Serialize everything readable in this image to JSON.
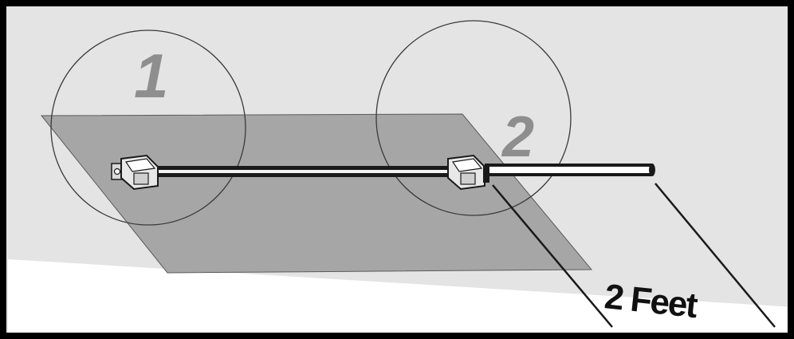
{
  "diagram": {
    "callouts": [
      {
        "label": "1"
      },
      {
        "label": "2"
      }
    ],
    "distance_label": "2 Feet",
    "colors": {
      "background": "#e4e4e4",
      "floor": "#ffffff",
      "panel": "#a6a6a6",
      "panel_edge": "#5a5a5a",
      "callout_text": "#8e8e8e",
      "frame": "#000000"
    }
  }
}
